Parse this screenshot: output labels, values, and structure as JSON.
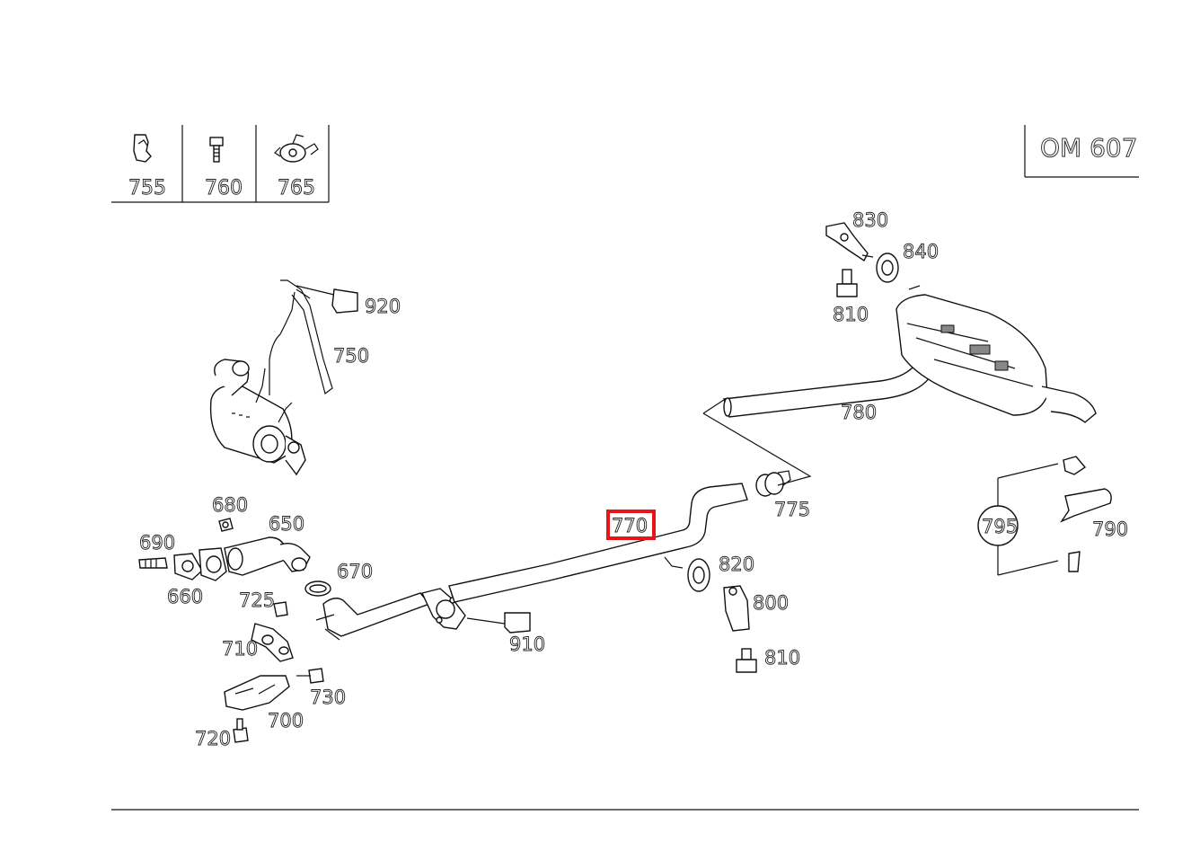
{
  "engine_code": "OM 607",
  "legend_box": {
    "items": [
      {
        "number": "755",
        "icon": "clip-icon"
      },
      {
        "number": "760",
        "icon": "bolt-icon"
      },
      {
        "number": "765",
        "icon": "hanger-icon"
      }
    ]
  },
  "callouts": {
    "p920": "920",
    "p750": "750",
    "p680": "680",
    "p650": "650",
    "p690": "690",
    "p660": "660",
    "p670": "670",
    "p725": "725",
    "p710": "710",
    "p730": "730",
    "p700": "700",
    "p720": "720",
    "p910": "910",
    "p770": "770",
    "p775": "775",
    "p780": "780",
    "p820": "820",
    "p800": "800",
    "p810_lower": "810",
    "p830": "830",
    "p840": "840",
    "p810_upper": "810",
    "p795": "795",
    "p790": "790"
  },
  "highlight": {
    "part": "770",
    "color": "#e8141b"
  }
}
